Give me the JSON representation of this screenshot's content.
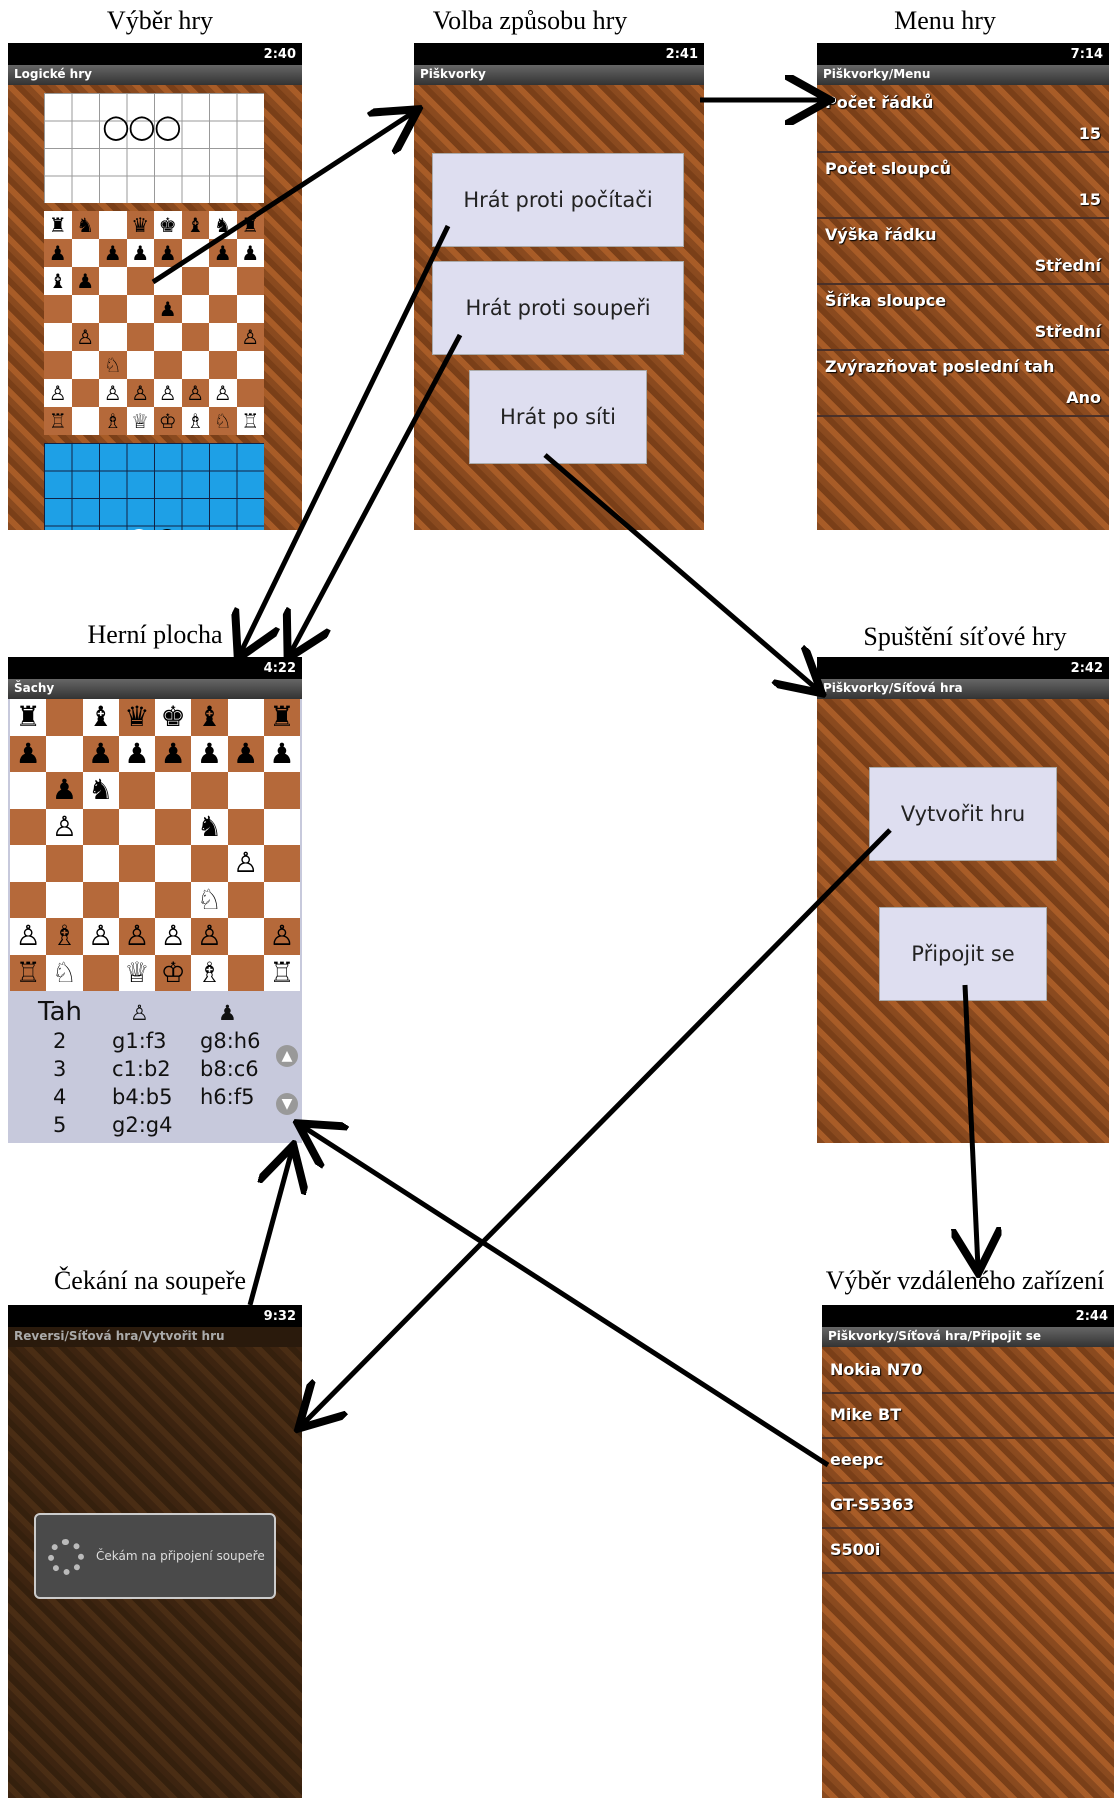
{
  "captions": {
    "vyber_hry": "Výběr hry",
    "volba": "Volba způsobu hry",
    "menu": "Menu hry",
    "herni_plocha": "Herní plocha",
    "spusteni": "Spuštění síťové hry",
    "cekani": "Čekání na soupeře",
    "vyber_zarizeni": "Výběr vzdáleného zařízení"
  },
  "screens": {
    "game_select": {
      "time": "2:40",
      "title": "Logické hry"
    },
    "mode_select": {
      "time": "2:41",
      "title": "Piškvorky",
      "buttons": [
        "Hrát proti počítači",
        "Hrát proti soupeři",
        "Hrát po síti"
      ]
    },
    "menu": {
      "time": "7:14",
      "title": "Piškvorky/Menu",
      "items": [
        {
          "label": "Počet řádků",
          "value": "15"
        },
        {
          "label": "Počet sloupců",
          "value": "15"
        },
        {
          "label": "Výška řádku",
          "value": "Střední"
        },
        {
          "label": "Šířka sloupce",
          "value": "Střední"
        },
        {
          "label": "Zvýrazňovat poslední tah",
          "value": "Ano"
        }
      ]
    },
    "board": {
      "time": "4:22",
      "title": "Šachy",
      "move_header": "Tah",
      "moves": [
        {
          "n": "2",
          "w": "g1:f3",
          "b": "g8:h6"
        },
        {
          "n": "3",
          "w": "c1:b2",
          "b": "b8:c6"
        },
        {
          "n": "4",
          "w": "b4:b5",
          "b": "h6:f5"
        },
        {
          "n": "5",
          "w": "g2:g4",
          "b": ""
        }
      ]
    },
    "network": {
      "time": "2:42",
      "title": "Piškvorky/Síťová hra",
      "buttons": [
        "Vytvořit hru",
        "Připojit se"
      ]
    },
    "waiting": {
      "time": "9:32",
      "title": "Reversi/Síťová hra/Vytvořit hru",
      "message": "Čekám na připojení soupeře"
    },
    "devices": {
      "time": "2:44",
      "title": "Piškvorky/Síťová hra/Připojit se",
      "items": [
        "Nokia N70",
        "Mike BT",
        "eeepc",
        "GT-S5363",
        "S500i"
      ]
    }
  }
}
